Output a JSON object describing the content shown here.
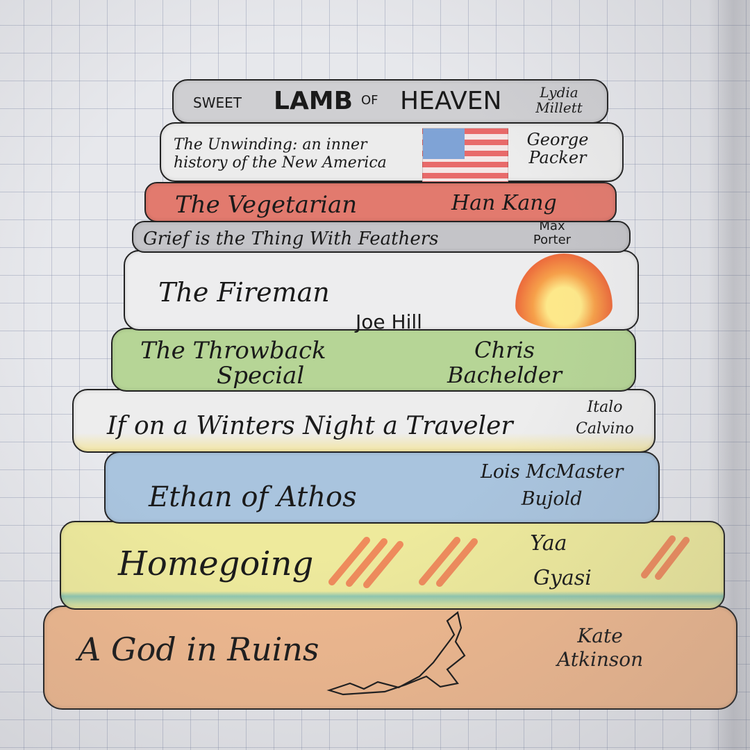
{
  "books": [
    {
      "id": "sweet-lamb",
      "title_parts": [
        "SWEET",
        "LAMB",
        "OF",
        "HEAVEN"
      ],
      "author": "Lydia Millett",
      "color": "#cfcfd2"
    },
    {
      "id": "unwinding",
      "title": "The Unwinding: an inner history of the New America",
      "author": "George Packer",
      "color": "#ececec"
    },
    {
      "id": "vegetarian",
      "title": "The Vegetarian",
      "author": "Han Kang",
      "color": "#e27a6e"
    },
    {
      "id": "grief",
      "title": "Grief is the Thing With Feathers",
      "author": "Max Porter",
      "color": "#c4c4c8"
    },
    {
      "id": "fireman",
      "title": "The Fireman",
      "author": "Joe Hill",
      "color": "#ededee"
    },
    {
      "id": "throwback",
      "title_lines": [
        "The Throwback",
        "Special"
      ],
      "author_lines": [
        "Chris",
        "Bachelder"
      ],
      "color": "#b6d596"
    },
    {
      "id": "winters-night",
      "title": "If on a Winters Night a Traveler",
      "author": "Italo Calvino",
      "color": "#ededed"
    },
    {
      "id": "ethan",
      "title": "Ethan of Athos",
      "author_lines": [
        "Lois McMaster",
        "Bujold"
      ],
      "color": "#a9c4de"
    },
    {
      "id": "homegoing",
      "title": "Homegoing",
      "author_lines": [
        "Yaa",
        "Gyasi"
      ],
      "color": "#eeea9c"
    },
    {
      "id": "god-ruins",
      "title": "A God in Ruins",
      "author_lines": [
        "Kate",
        "Atkinson"
      ],
      "color": "#efb88e"
    }
  ],
  "colors": {
    "paper": "#e7e8ec",
    "ink": "#1a1a1a",
    "flag_red": "#e86a6a",
    "flag_blue": "#7fa3d6",
    "flame_orange": "#ec6b3c",
    "flame_yellow": "#fde88a"
  }
}
